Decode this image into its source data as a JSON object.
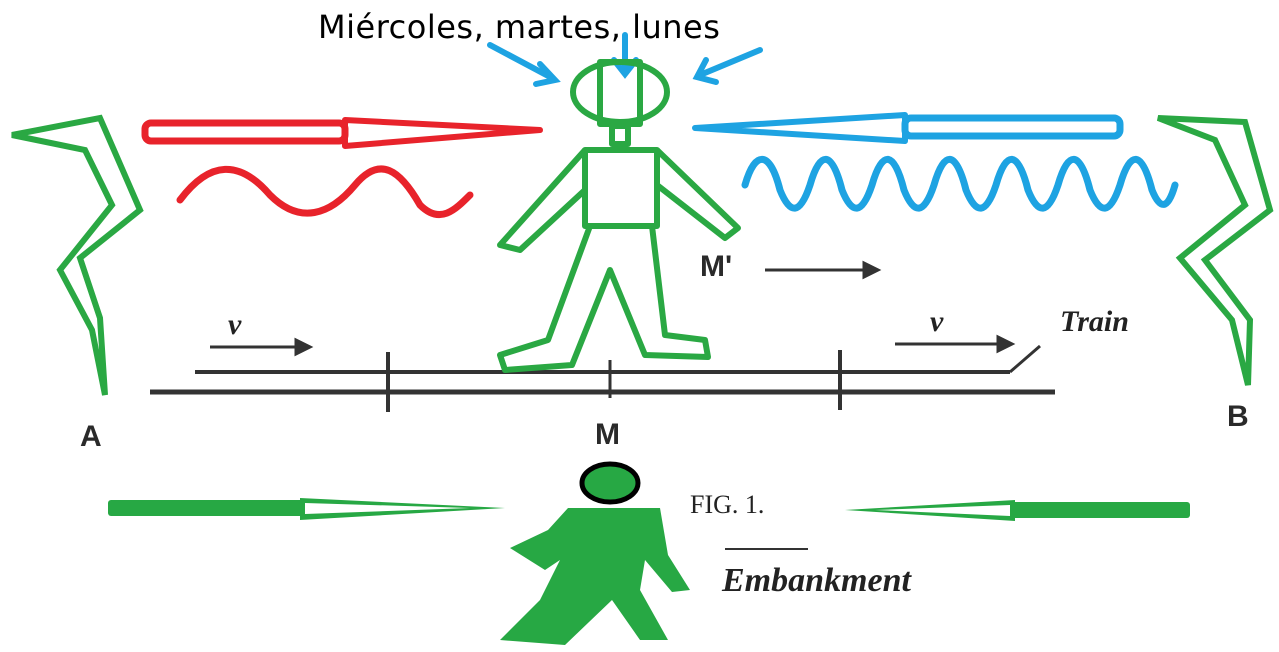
{
  "title": "Miércoles, martes, lunes",
  "labels": {
    "point_a": "A",
    "point_b": "B",
    "point_m": "M",
    "point_m_prime": "M'",
    "train": "Train",
    "velocity_left": "v",
    "velocity_right": "v",
    "fig": "FIG. 1.",
    "embankment": "Embankment"
  },
  "colors": {
    "lightning": "#2aa843",
    "red_signal": "#e8232b",
    "blue_signal": "#1ea3e2",
    "green_signal": "#27a844",
    "track": "#333333",
    "observer_train": "#2aa843",
    "observer_embankment": "#2aa843"
  },
  "icons": {
    "train_observer": "stick-figure-icon",
    "embankment_observer": "walking-person-icon",
    "lightning_left": "lightning-bolt-icon",
    "lightning_right": "lightning-bolt-icon"
  }
}
